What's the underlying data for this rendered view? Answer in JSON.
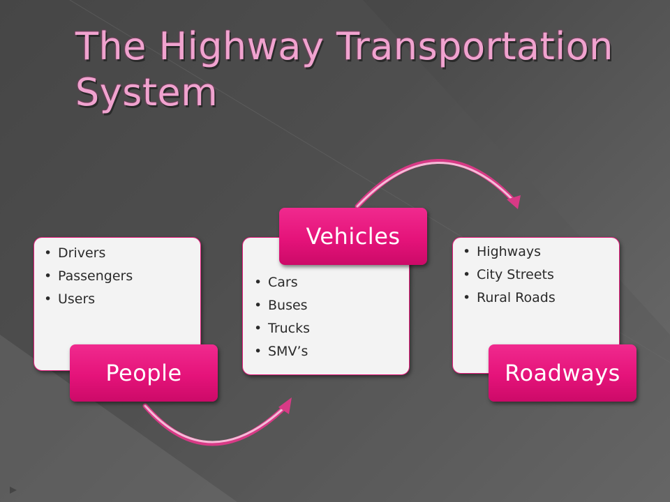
{
  "slide": {
    "title_line1": "The Highway Transportation",
    "title_line2": "System"
  },
  "groups": [
    {
      "label": "People",
      "items": [
        "Drivers",
        "Passengers",
        "Users"
      ]
    },
    {
      "label": "Vehicles",
      "items": [
        "Cars",
        "Buses",
        "Trucks",
        "SMV’s"
      ]
    },
    {
      "label": "Roadways",
      "items": [
        "Highways",
        "City Streets",
        "Rural Roads"
      ]
    }
  ],
  "colors": {
    "accent": "#e5137a",
    "title": "#f0a3cf",
    "card_bg": "#f3f3f3",
    "background": "#4a4a4a"
  }
}
